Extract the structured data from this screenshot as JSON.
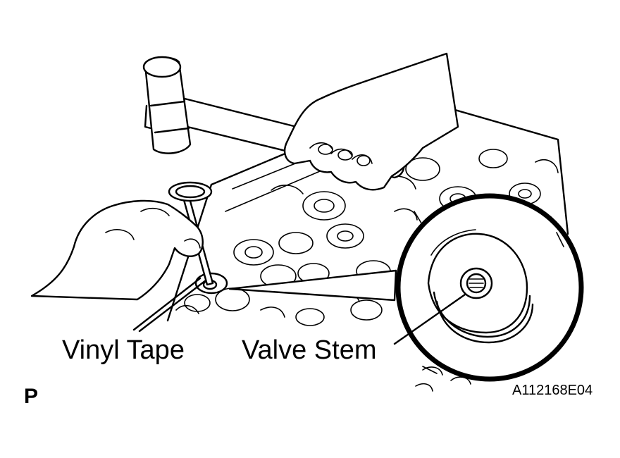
{
  "labels": {
    "vinyl_tape": "Vinyl Tape",
    "valve_stem": "Valve Stem",
    "view_marker": "P",
    "figure_code": "A112168E04"
  }
}
